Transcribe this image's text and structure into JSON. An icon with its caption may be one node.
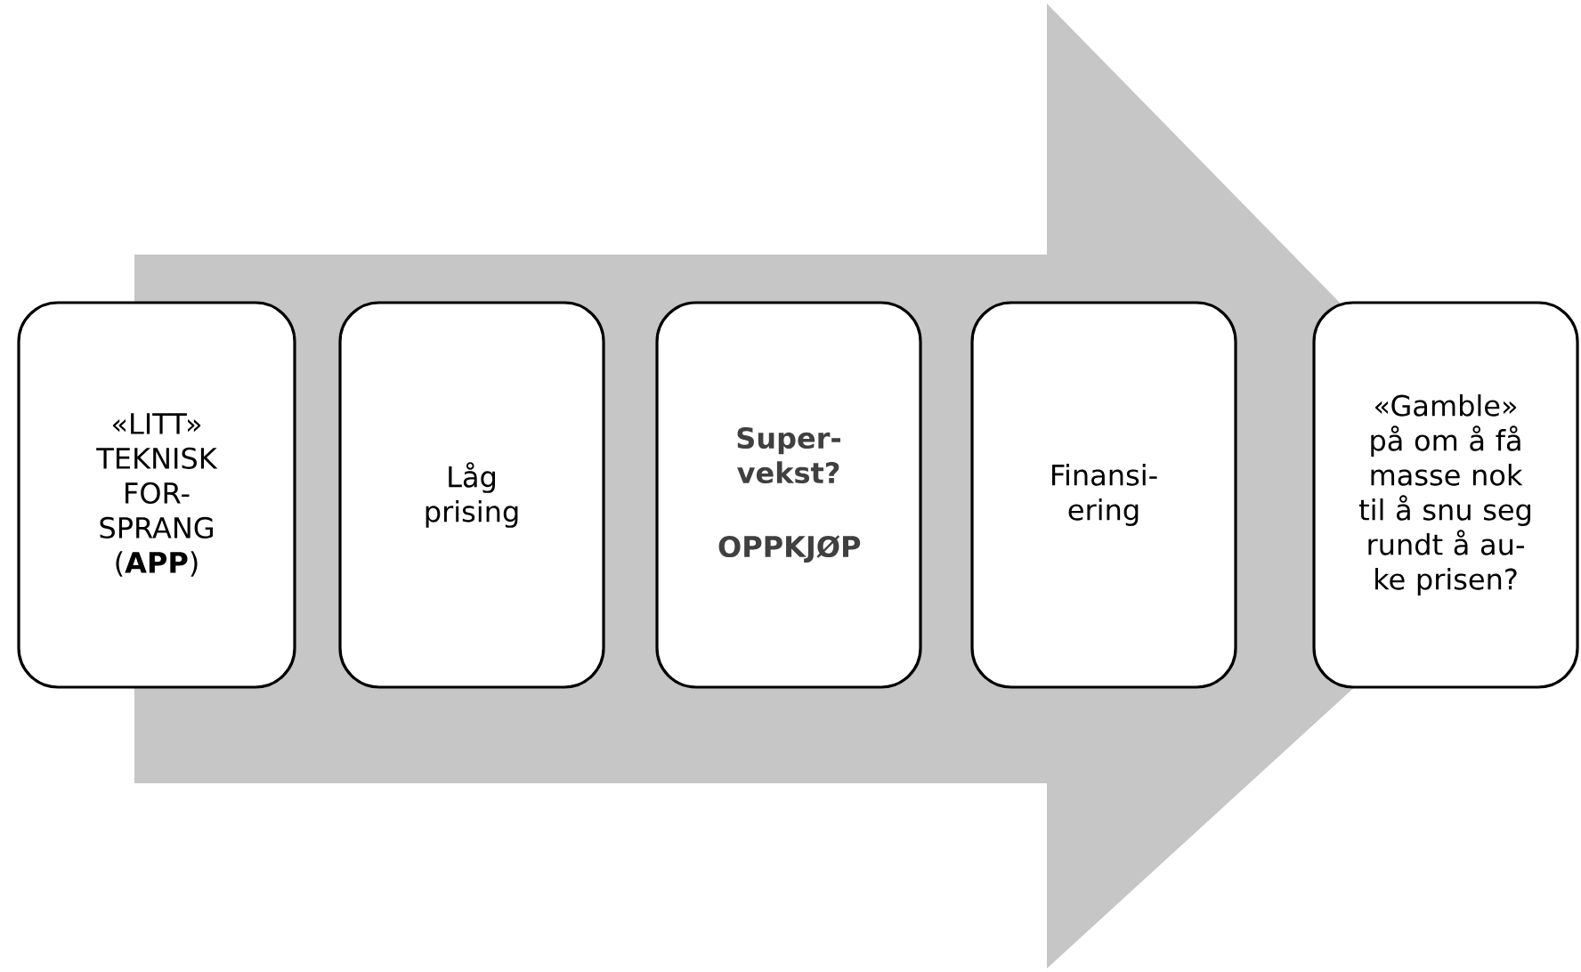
{
  "diagram": {
    "nodes": [
      {
        "text": [
          "«LITT» TEKNISK FOR- SPRANG (**APP**)"
        ]
      },
      {
        "text": [
          "Låg prising"
        ]
      },
      {
        "text": [
          "Super- vekst?",
          "OPPKJØP"
        ]
      },
      {
        "text": [
          "Finansi- ering"
        ]
      },
      {
        "text": [
          "«Gamble» på om å få masse nok til å snu seg rundt å au- ke prisen?"
        ]
      }
    ],
    "edges": [
      {
        "from": 0,
        "to": 4,
        "arrow": "to"
      }
    ]
  }
}
